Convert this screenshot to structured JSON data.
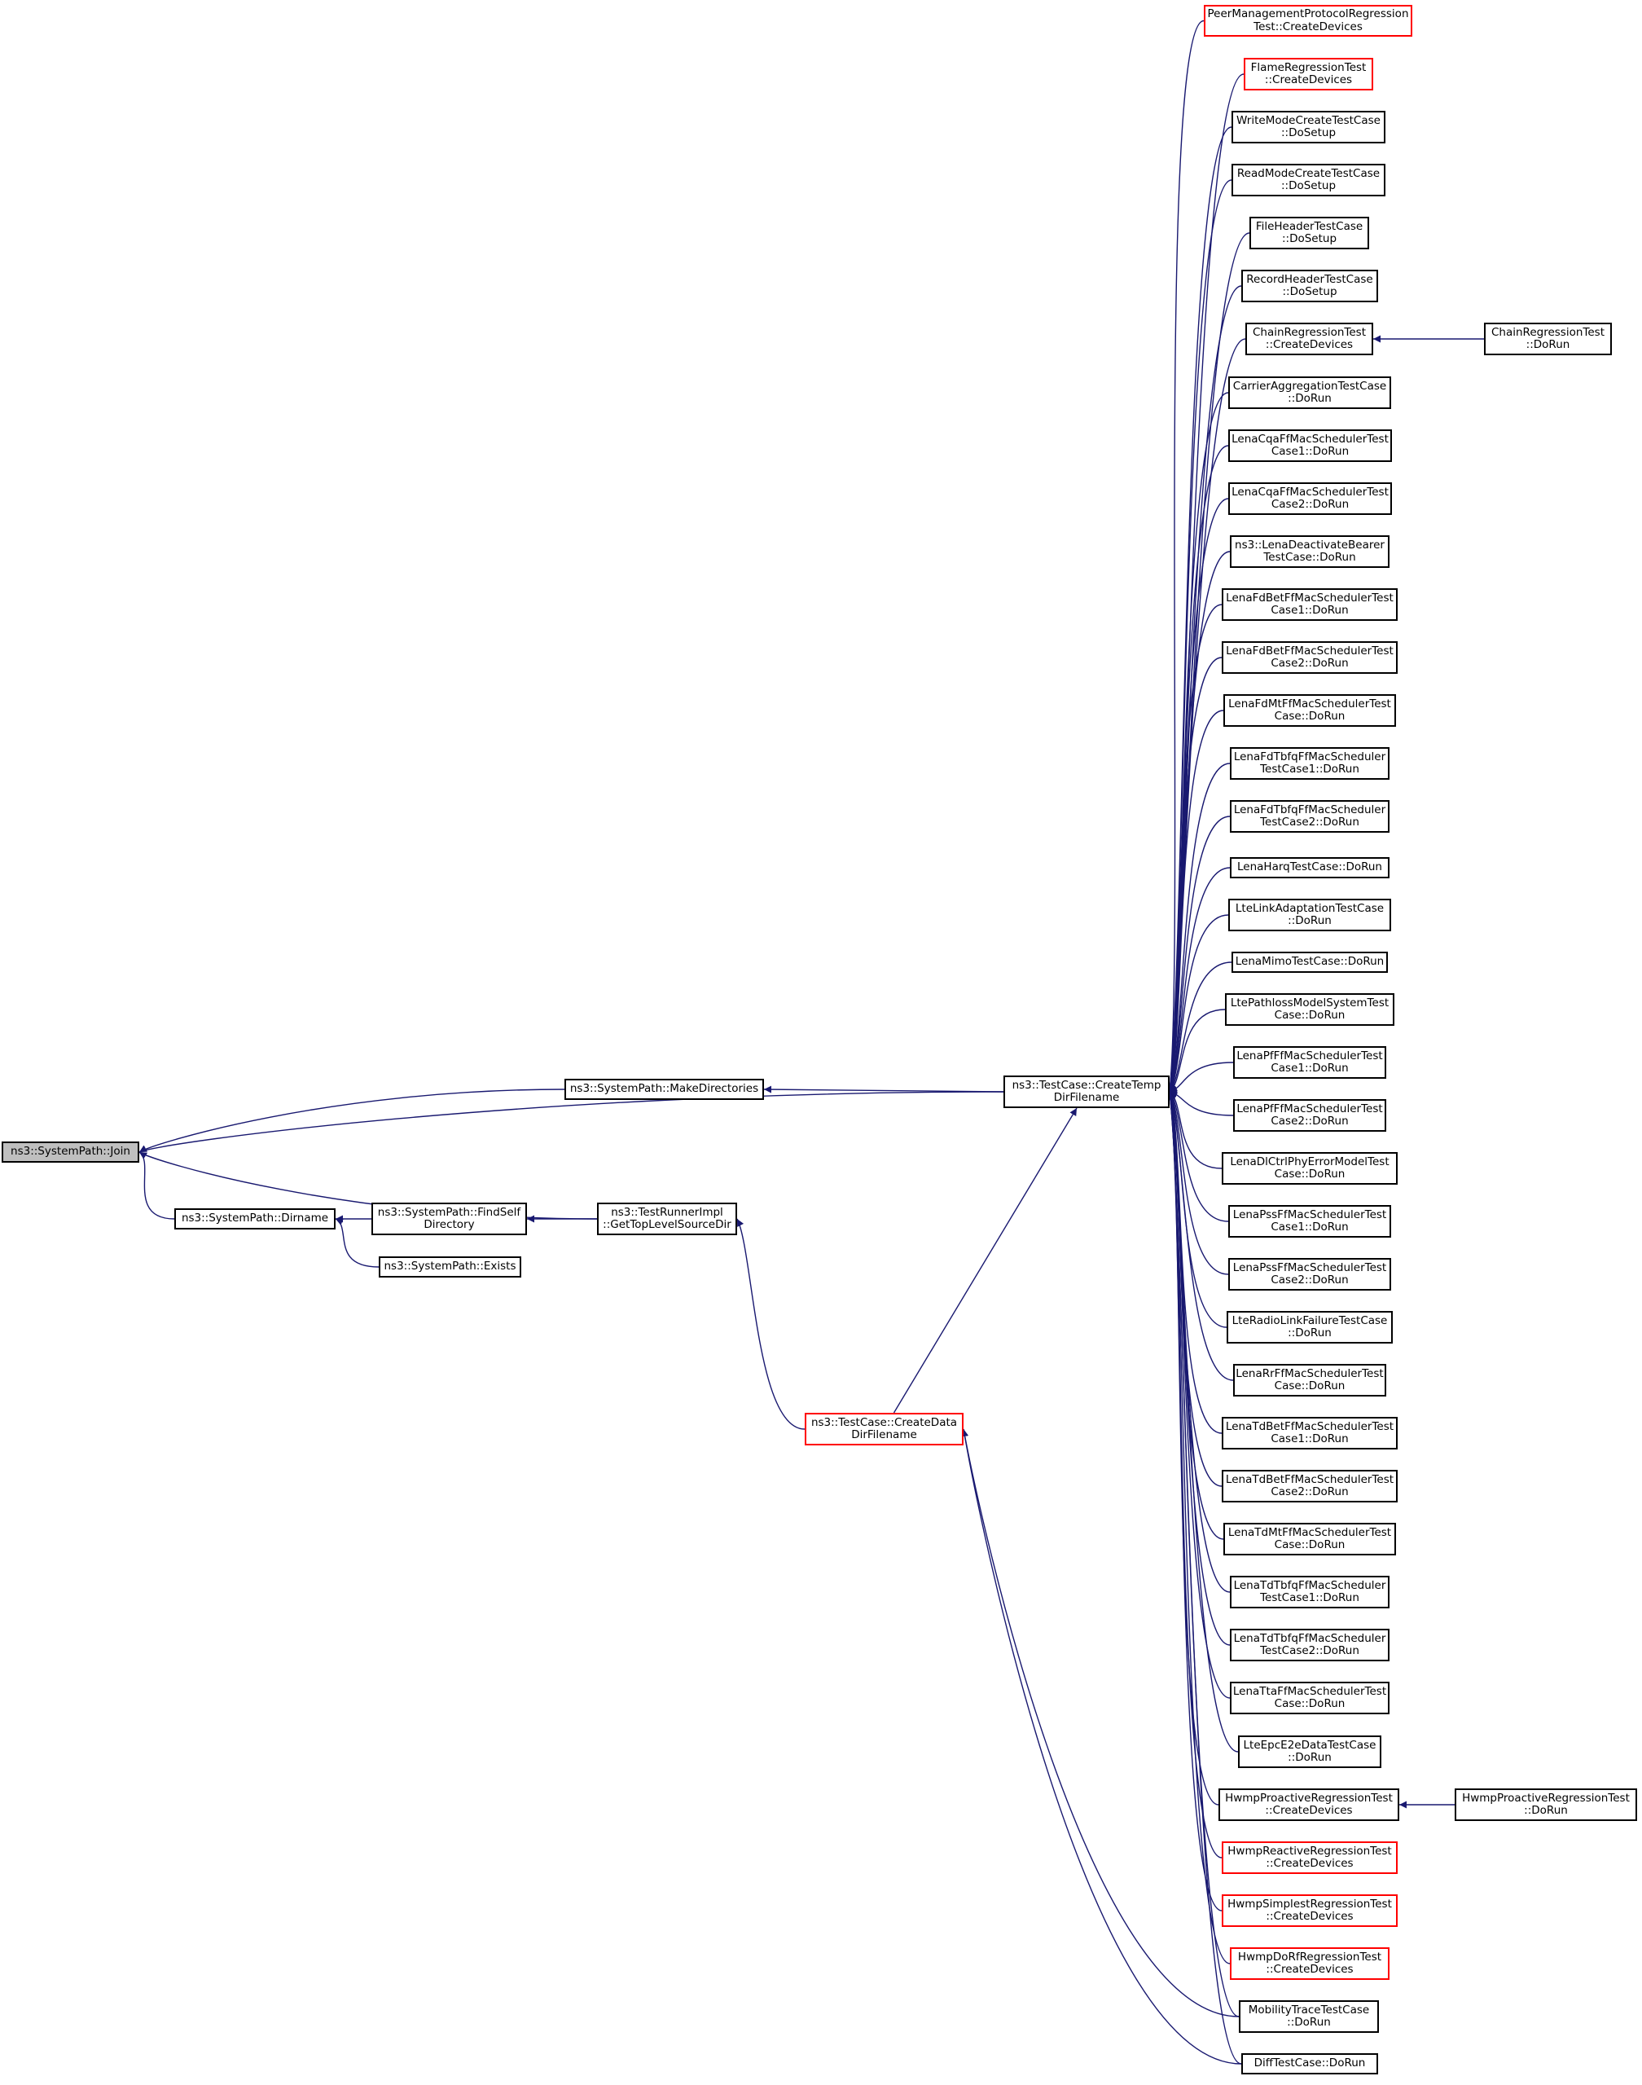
{
  "diagram": {
    "type": "caller-graph",
    "colors": {
      "edge": "#191970",
      "node_border": "#000000",
      "node_truncated_border": "#ff0000",
      "root_fill": "#bfbfbf",
      "background": "#ffffff"
    },
    "nodes": [
      {
        "id": "join",
        "lines": [
          "ns3::SystemPath::Join"
        ],
        "root": true
      },
      {
        "id": "makedirs",
        "lines": [
          "ns3::SystemPath::MakeDirectories"
        ]
      },
      {
        "id": "dirname",
        "lines": [
          "ns3::SystemPath::Dirname"
        ]
      },
      {
        "id": "findself",
        "lines": [
          "ns3::SystemPath::FindSelf",
          "Directory"
        ]
      },
      {
        "id": "exists",
        "lines": [
          "ns3::SystemPath::Exists"
        ]
      },
      {
        "id": "gettop",
        "lines": [
          "ns3::TestRunnerImpl",
          "::GetTopLevelSourceDir"
        ]
      },
      {
        "id": "createdata",
        "lines": [
          "ns3::TestCase::CreateData",
          "DirFilename"
        ],
        "truncated": true
      },
      {
        "id": "createtemp",
        "lines": [
          "ns3::TestCase::CreateTemp",
          "DirFilename"
        ]
      },
      {
        "id": "peermgmt",
        "lines": [
          "PeerManagementProtocolRegression",
          "Test::CreateDevices"
        ],
        "truncated": true
      },
      {
        "id": "flame",
        "lines": [
          "FlameRegressionTest",
          "::CreateDevices"
        ],
        "truncated": true
      },
      {
        "id": "writemode",
        "lines": [
          "WriteModeCreateTestCase",
          "::DoSetup"
        ]
      },
      {
        "id": "readmode",
        "lines": [
          "ReadModeCreateTestCase",
          "::DoSetup"
        ]
      },
      {
        "id": "fileheader",
        "lines": [
          "FileHeaderTestCase",
          "::DoSetup"
        ]
      },
      {
        "id": "recordheader",
        "lines": [
          "RecordHeaderTestCase",
          "::DoSetup"
        ]
      },
      {
        "id": "chaincreate",
        "lines": [
          "ChainRegressionTest",
          "::CreateDevices"
        ]
      },
      {
        "id": "chaindorun",
        "lines": [
          "ChainRegressionTest",
          "::DoRun"
        ]
      },
      {
        "id": "carrier",
        "lines": [
          "CarrierAggregationTestCase",
          "::DoRun"
        ]
      },
      {
        "id": "cqa1",
        "lines": [
          "LenaCqaFfMacSchedulerTest",
          "Case1::DoRun"
        ]
      },
      {
        "id": "cqa2",
        "lines": [
          "LenaCqaFfMacSchedulerTest",
          "Case2::DoRun"
        ]
      },
      {
        "id": "deactivate",
        "lines": [
          "ns3::LenaDeactivateBearer",
          "TestCase::DoRun"
        ]
      },
      {
        "id": "fdbet1",
        "lines": [
          "LenaFdBetFfMacSchedulerTest",
          "Case1::DoRun"
        ]
      },
      {
        "id": "fdbet2",
        "lines": [
          "LenaFdBetFfMacSchedulerTest",
          "Case2::DoRun"
        ]
      },
      {
        "id": "fdmt",
        "lines": [
          "LenaFdMtFfMacSchedulerTest",
          "Case::DoRun"
        ]
      },
      {
        "id": "fdtbfq1",
        "lines": [
          "LenaFdTbfqFfMacScheduler",
          "TestCase1::DoRun"
        ]
      },
      {
        "id": "fdtbfq2",
        "lines": [
          "LenaFdTbfqFfMacScheduler",
          "TestCase2::DoRun"
        ]
      },
      {
        "id": "harq",
        "lines": [
          "LenaHarqTestCase::DoRun"
        ]
      },
      {
        "id": "linkadapt",
        "lines": [
          "LteLinkAdaptationTestCase",
          "::DoRun"
        ]
      },
      {
        "id": "mimo",
        "lines": [
          "LenaMimoTestCase::DoRun"
        ]
      },
      {
        "id": "pathloss",
        "lines": [
          "LtePathlossModelSystemTest",
          "Case::DoRun"
        ]
      },
      {
        "id": "pf1",
        "lines": [
          "LenaPfFfMacSchedulerTest",
          "Case1::DoRun"
        ]
      },
      {
        "id": "pf2",
        "lines": [
          "LenaPfFfMacSchedulerTest",
          "Case2::DoRun"
        ]
      },
      {
        "id": "dlctrl",
        "lines": [
          "LenaDlCtrlPhyErrorModelTest",
          "Case::DoRun"
        ]
      },
      {
        "id": "pss1",
        "lines": [
          "LenaPssFfMacSchedulerTest",
          "Case1::DoRun"
        ]
      },
      {
        "id": "pss2",
        "lines": [
          "LenaPssFfMacSchedulerTest",
          "Case2::DoRun"
        ]
      },
      {
        "id": "rlf",
        "lines": [
          "LteRadioLinkFailureTestCase",
          "::DoRun"
        ]
      },
      {
        "id": "rr",
        "lines": [
          "LenaRrFfMacSchedulerTest",
          "Case::DoRun"
        ]
      },
      {
        "id": "tdbet1",
        "lines": [
          "LenaTdBetFfMacSchedulerTest",
          "Case1::DoRun"
        ]
      },
      {
        "id": "tdbet2",
        "lines": [
          "LenaTdBetFfMacSchedulerTest",
          "Case2::DoRun"
        ]
      },
      {
        "id": "tdmt",
        "lines": [
          "LenaTdMtFfMacSchedulerTest",
          "Case::DoRun"
        ]
      },
      {
        "id": "tdtbfq1",
        "lines": [
          "LenaTdTbfqFfMacScheduler",
          "TestCase1::DoRun"
        ]
      },
      {
        "id": "tdtbfq2",
        "lines": [
          "LenaTdTbfqFfMacScheduler",
          "TestCase2::DoRun"
        ]
      },
      {
        "id": "tta",
        "lines": [
          "LenaTtaFfMacSchedulerTest",
          "Case::DoRun"
        ]
      },
      {
        "id": "epce2e",
        "lines": [
          "LteEpcE2eDataTestCase",
          "::DoRun"
        ]
      },
      {
        "id": "hwmpproactive",
        "lines": [
          "HwmpProactiveRegressionTest",
          "::CreateDevices"
        ]
      },
      {
        "id": "hwmpproactivedorun",
        "lines": [
          "HwmpProactiveRegressionTest",
          "::DoRun"
        ]
      },
      {
        "id": "hwmpreactive",
        "lines": [
          "HwmpReactiveRegressionTest",
          "::CreateDevices"
        ],
        "truncated": true
      },
      {
        "id": "hwmpsimplest",
        "lines": [
          "HwmpSimplestRegressionTest",
          "::CreateDevices"
        ],
        "truncated": true
      },
      {
        "id": "hwmpdorf",
        "lines": [
          "HwmpDoRfRegressionTest",
          "::CreateDevices"
        ],
        "truncated": true
      },
      {
        "id": "mobility",
        "lines": [
          "MobilityTraceTestCase",
          "::DoRun"
        ]
      },
      {
        "id": "diff",
        "lines": [
          "DiffTestCase::DoRun"
        ]
      }
    ],
    "edges": [
      {
        "from": "makedirs",
        "to": "join"
      },
      {
        "from": "createtemp",
        "to": "join"
      },
      {
        "from": "dirname",
        "to": "join"
      },
      {
        "from": "gettop",
        "to": "join"
      },
      {
        "from": "findself",
        "to": "dirname"
      },
      {
        "from": "exists",
        "to": "dirname"
      },
      {
        "from": "gettop",
        "to": "findself"
      },
      {
        "from": "createtemp",
        "to": "makedirs"
      },
      {
        "from": "createdata",
        "to": "gettop"
      },
      {
        "from": "createdata",
        "to": "createtemp"
      },
      {
        "from": "peermgmt",
        "to": "createtemp"
      },
      {
        "from": "flame",
        "to": "createtemp"
      },
      {
        "from": "writemode",
        "to": "createtemp"
      },
      {
        "from": "readmode",
        "to": "createtemp"
      },
      {
        "from": "fileheader",
        "to": "createtemp"
      },
      {
        "from": "recordheader",
        "to": "createtemp"
      },
      {
        "from": "chaincreate",
        "to": "createtemp"
      },
      {
        "from": "carrier",
        "to": "createtemp"
      },
      {
        "from": "cqa1",
        "to": "createtemp"
      },
      {
        "from": "cqa2",
        "to": "createtemp"
      },
      {
        "from": "deactivate",
        "to": "createtemp"
      },
      {
        "from": "fdbet1",
        "to": "createtemp"
      },
      {
        "from": "fdbet2",
        "to": "createtemp"
      },
      {
        "from": "fdmt",
        "to": "createtemp"
      },
      {
        "from": "fdtbfq1",
        "to": "createtemp"
      },
      {
        "from": "fdtbfq2",
        "to": "createtemp"
      },
      {
        "from": "harq",
        "to": "createtemp"
      },
      {
        "from": "linkadapt",
        "to": "createtemp"
      },
      {
        "from": "mimo",
        "to": "createtemp"
      },
      {
        "from": "pathloss",
        "to": "createtemp"
      },
      {
        "from": "pf1",
        "to": "createtemp"
      },
      {
        "from": "pf2",
        "to": "createtemp"
      },
      {
        "from": "dlctrl",
        "to": "createtemp"
      },
      {
        "from": "pss1",
        "to": "createtemp"
      },
      {
        "from": "pss2",
        "to": "createtemp"
      },
      {
        "from": "rlf",
        "to": "createtemp"
      },
      {
        "from": "rr",
        "to": "createtemp"
      },
      {
        "from": "tdbet1",
        "to": "createtemp"
      },
      {
        "from": "tdbet2",
        "to": "createtemp"
      },
      {
        "from": "tdmt",
        "to": "createtemp"
      },
      {
        "from": "tdtbfq1",
        "to": "createtemp"
      },
      {
        "from": "tdtbfq2",
        "to": "createtemp"
      },
      {
        "from": "tta",
        "to": "createtemp"
      },
      {
        "from": "epce2e",
        "to": "createtemp"
      },
      {
        "from": "hwmpproactive",
        "to": "createtemp"
      },
      {
        "from": "hwmpreactive",
        "to": "createtemp"
      },
      {
        "from": "hwmpsimplest",
        "to": "createtemp"
      },
      {
        "from": "hwmpdorf",
        "to": "createtemp"
      },
      {
        "from": "mobility",
        "to": "createtemp"
      },
      {
        "from": "diff",
        "to": "createtemp"
      },
      {
        "from": "chaindorun",
        "to": "chaincreate"
      },
      {
        "from": "hwmpproactivedorun",
        "to": "hwmpproactive"
      },
      {
        "from": "mobility",
        "to": "createdata"
      },
      {
        "from": "diff",
        "to": "createdata"
      }
    ]
  }
}
